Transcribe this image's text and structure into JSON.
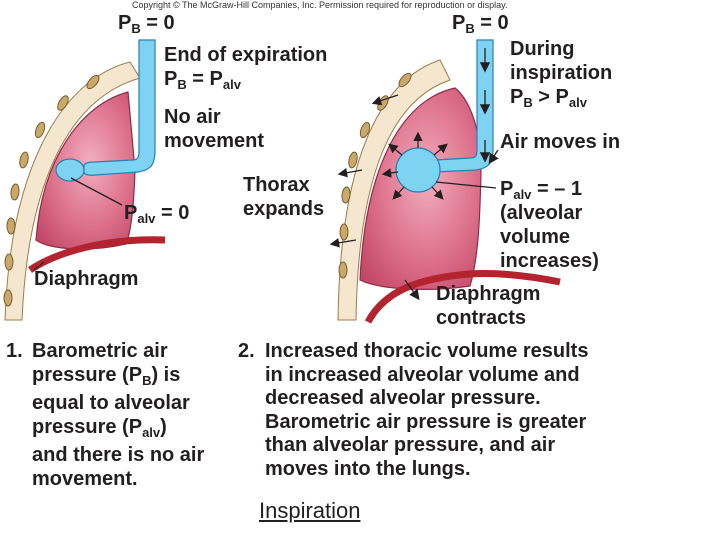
{
  "copyright": "Copyright © The McGraw-Hill Companies, Inc. Permission required for reproduction or display.",
  "left_panel": {
    "pb_label": "P",
    "pb_sub": "B",
    "pb_value": " = 0",
    "state_title": "End of expiration",
    "state_eq_p1": "P",
    "state_eq_s1": "B",
    "state_eq_mid": " = P",
    "state_eq_s2": "alv",
    "state_note_1": "No air",
    "state_note_2": "movement",
    "palv_label": "P",
    "palv_sub": "alv",
    "palv_value": " = 0",
    "diaphragm_label": "Diaphragm"
  },
  "right_panel": {
    "pb_label": "P",
    "pb_sub": "B",
    "pb_value": " = 0",
    "state_title_1": "During",
    "state_title_2": "inspiration",
    "state_eq_p1": "P",
    "state_eq_s1": "B",
    "state_eq_mid": " > P",
    "state_eq_s2": "alv",
    "air_label": "Air moves in",
    "thorax_label_1": "Thorax",
    "thorax_label_2": "expands",
    "palv_label": "P",
    "palv_sub": "alv",
    "palv_value": " =  – 1",
    "palv_note_1": "(alveolar",
    "palv_note_2": "volume",
    "palv_note_3": "increases)",
    "diaphragm_label_1": "Diaphragm",
    "diaphragm_label_2": "contracts"
  },
  "steps": [
    {
      "number": "1.",
      "line1": "Barometric air",
      "line2_pre": "pressure (P",
      "line2_sub": "B",
      "line2_post": ") is",
      "line3": "equal to alveolar",
      "line4_pre": "pressure (P",
      "line4_sub": "alv",
      "line4_post": ")",
      "line5": "and there is no air",
      "line6": "movement."
    },
    {
      "number": "2.",
      "lines": [
        "Increased thoracic volume results",
        "in increased alveolar volume and",
        "decreased alveolar pressure.",
        "Barometric air pressure is greater",
        "than alveolar pressure, and air",
        "moves into the lungs."
      ]
    }
  ],
  "caption": "Inspiration",
  "colors": {
    "lung_fill": "#d4607c",
    "lung_highlight": "#f0a3b4",
    "airway": "#7fd3f2",
    "airway_stroke": "#2a7fb0",
    "diaphragm": "#b3242f",
    "rib_fill": "#c9a86b",
    "wall_fill": "#f4e6cf"
  }
}
